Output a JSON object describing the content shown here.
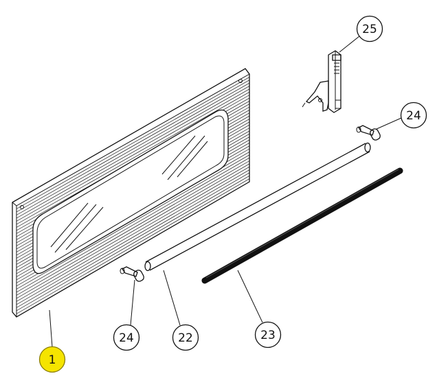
{
  "diagram": {
    "callouts": [
      {
        "id": "c1",
        "label": "1",
        "highlighted": true
      },
      {
        "id": "c22",
        "label": "22",
        "highlighted": false
      },
      {
        "id": "c23",
        "label": "23",
        "highlighted": false
      },
      {
        "id": "c24a",
        "label": "24",
        "highlighted": false
      },
      {
        "id": "c24b",
        "label": "24",
        "highlighted": false
      },
      {
        "id": "c25",
        "label": "25",
        "highlighted": false
      }
    ],
    "colors": {
      "line": "#111111",
      "highlight": "#f5e400",
      "highlight_stroke": "#8a7d00",
      "background": "#ffffff"
    }
  }
}
